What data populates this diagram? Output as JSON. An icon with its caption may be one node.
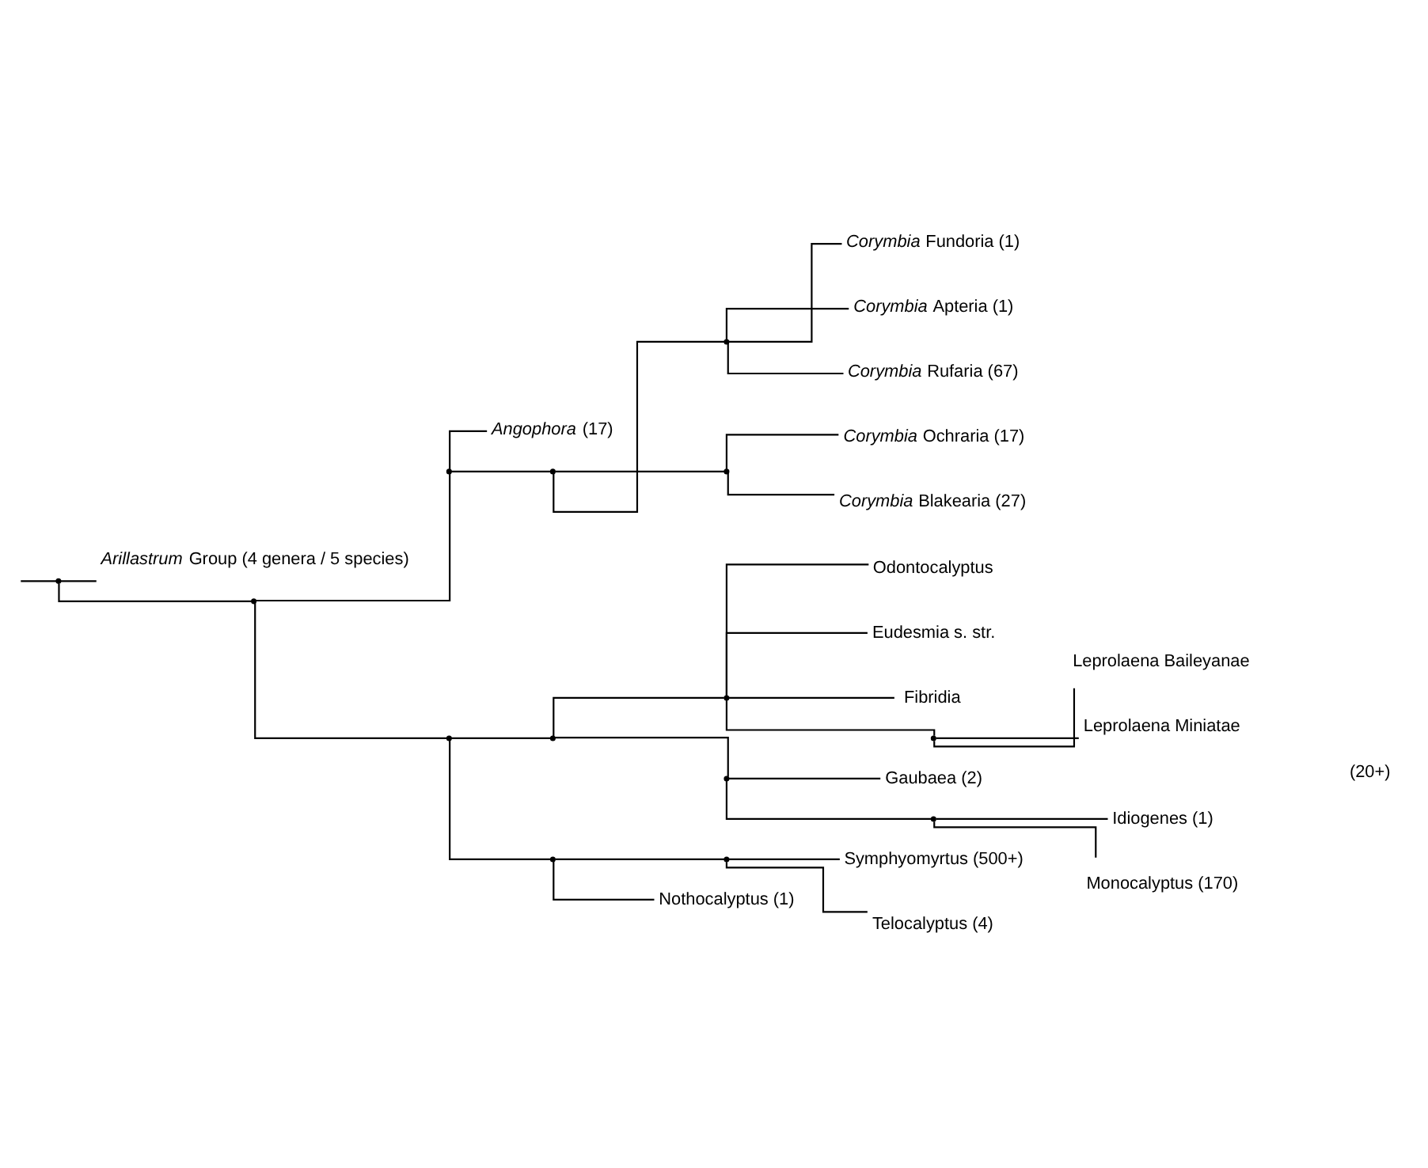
{
  "diagram": {
    "nodes": [
      {
        "text": [],
        "shape": "point"
      },
      {
        "text": [
          "*Arillastrum* Group (4 genera / 5 species)"
        ]
      },
      {
        "text": [],
        "shape": "point"
      },
      {
        "text": [],
        "shape": "point"
      },
      {
        "text": [
          "*Angophora* (17)"
        ]
      },
      {
        "text": [],
        "shape": "point"
      },
      {
        "text": [],
        "shape": "point"
      },
      {
        "text": [
          "*Corymbia* Fundoria (1)"
        ]
      },
      {
        "text": [
          "*Corymbia* Apteria (1)"
        ]
      },
      {
        "text": [
          "*Corymbia* Rufaria (67)"
        ]
      },
      {
        "text": [],
        "shape": "point"
      },
      {
        "text": [
          "*Corymbia* Ochraria (17)"
        ]
      },
      {
        "text": [
          "*Corymbia* Blakearia (27)"
        ]
      },
      {
        "text": [],
        "shape": "point"
      },
      {
        "text": [],
        "shape": "point"
      },
      {
        "text": [],
        "shape": "point"
      },
      {
        "text": [
          "Odontocalyptus"
        ]
      },
      {
        "text": [
          "Eudesmia s. str."
        ]
      },
      {
        "text": [
          "Fibridia"
        ]
      },
      {
        "text": [],
        "shape": "point"
      },
      {
        "text": [
          "Leprolaena Baileyanae"
        ]
      },
      {
        "text": [
          "Leprolaena Miniatae"
        ]
      },
      {
        "text": [],
        "shape": "point"
      },
      {
        "text": [
          "Gaubaea (2)"
        ]
      },
      {
        "text": [],
        "shape": "point"
      },
      {
        "text": [
          "Idiogenes (1)"
        ]
      },
      {
        "text": [
          "Monocalyptus (170)"
        ]
      },
      {
        "text": [],
        "shape": "point"
      },
      {
        "text": [],
        "shape": "point"
      },
      {
        "text": [
          "Symphyomyrtus (500+)"
        ]
      },
      {
        "text": [
          "Telocalyptus (4)"
        ]
      },
      {
        "text": [
          "Nothocalyptus (1)"
        ]
      }
    ],
    "edges": [
      {
        "from": null,
        "to": 0,
        "arrow": "none"
      },
      {
        "from": 0,
        "to": 1,
        "arrow": "none"
      },
      {
        "from": 0,
        "to": 2,
        "arrow": "none"
      },
      {
        "from": 2,
        "to": 3,
        "arrow": "none"
      },
      {
        "from": 3,
        "to": 4,
        "arrow": "none"
      },
      {
        "from": 3,
        "to": 5,
        "arrow": "none"
      },
      {
        "from": 5,
        "to": 6,
        "arrow": "none"
      },
      {
        "from": 6,
        "to": 7,
        "arrow": "none"
      },
      {
        "from": 6,
        "to": 8,
        "arrow": "none"
      },
      {
        "from": 6,
        "to": 9,
        "arrow": "none"
      },
      {
        "from": 5,
        "to": 10,
        "arrow": "none"
      },
      {
        "from": 10,
        "to": 11,
        "arrow": "none"
      },
      {
        "from": 10,
        "to": 12,
        "arrow": "none"
      },
      {
        "from": 2,
        "to": 13,
        "arrow": "none"
      },
      {
        "from": 13,
        "to": 14,
        "arrow": "none"
      },
      {
        "from": 14,
        "to": 15,
        "arrow": "none"
      },
      {
        "from": 15,
        "to": 16,
        "arrow": "none"
      },
      {
        "from": 15,
        "to": 17,
        "arrow": "none"
      },
      {
        "from": 15,
        "to": 18,
        "arrow": "none"
      },
      {
        "from": 15,
        "to": 19,
        "arrow": "none"
      },
      {
        "from": 19,
        "to": 20,
        "arrow": "none"
      },
      {
        "from": 19,
        "to": 21,
        "arrow": "none"
      },
      {
        "from": 14,
        "to": 22,
        "arrow": "none"
      },
      {
        "from": 22,
        "to": 23,
        "arrow": "none"
      },
      {
        "from": 22,
        "to": 24,
        "arrow": "none"
      },
      {
        "from": 24,
        "to": 25,
        "arrow": "none"
      },
      {
        "from": 24,
        "to": 26,
        "arrow": "none"
      },
      {
        "from": 13,
        "to": 27,
        "arrow": "none"
      },
      {
        "from": 27,
        "to": 28,
        "arrow": "none"
      },
      {
        "from": 28,
        "to": 29,
        "arrow": "none"
      },
      {
        "from": 28,
        "to": 30,
        "arrow": "none"
      },
      {
        "from": 27,
        "to": 31,
        "arrow": "none"
      }
    ],
    "labels": [
      "(20+)"
    ]
  }
}
